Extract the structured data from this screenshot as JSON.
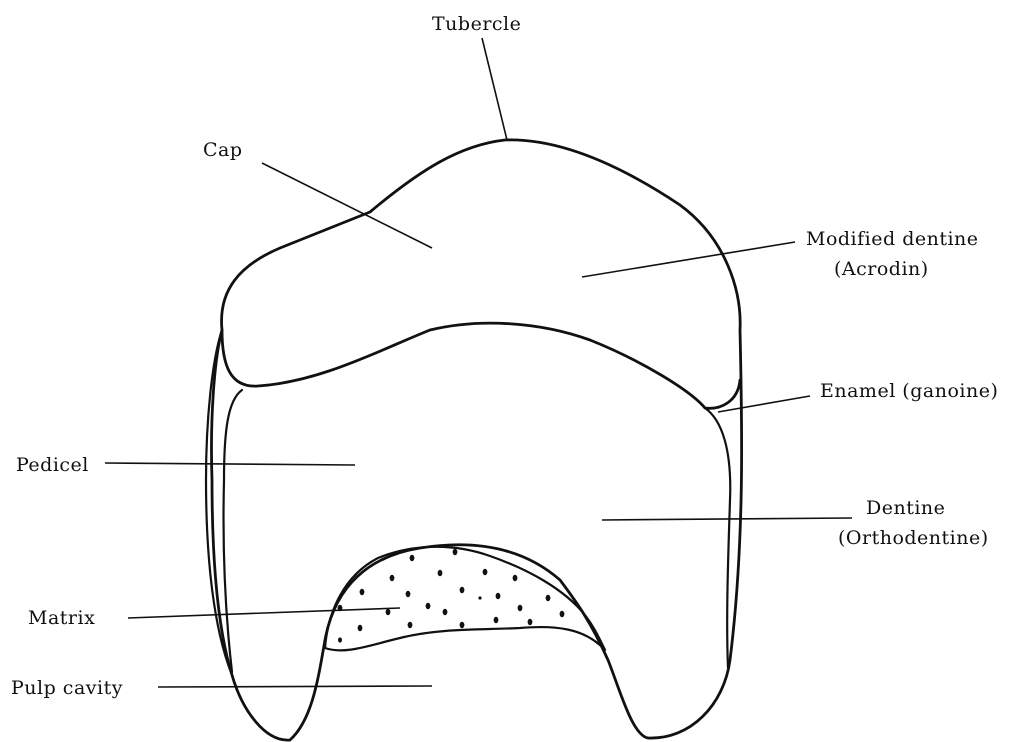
{
  "labels": {
    "tubercle": "Tubercle",
    "cap": "Cap",
    "modified_dentine": "Modified dentine",
    "acrodin": "(Acrodin)",
    "enamel": "Enamel (ganoine)",
    "pedicel": "Pedicel",
    "dentine": "Dentine",
    "orthodentine": "(Orthodentine)",
    "matrix": "Matrix",
    "pulp_cavity": "Pulp cavity"
  }
}
